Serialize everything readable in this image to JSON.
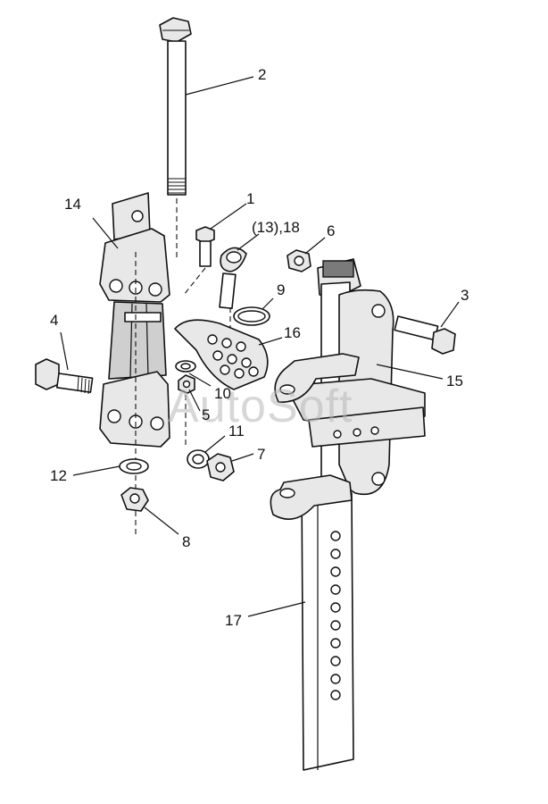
{
  "watermark": "AutoSoft",
  "callouts": [
    {
      "id": "c1",
      "text": "1"
    },
    {
      "id": "c2",
      "text": "2"
    },
    {
      "id": "c3",
      "text": "3"
    },
    {
      "id": "c4",
      "text": "4"
    },
    {
      "id": "c5",
      "text": "5"
    },
    {
      "id": "c6",
      "text": "6"
    },
    {
      "id": "c7",
      "text": "7"
    },
    {
      "id": "c8",
      "text": "8"
    },
    {
      "id": "c9",
      "text": "9"
    },
    {
      "id": "c10",
      "text": "10"
    },
    {
      "id": "c11",
      "text": "11"
    },
    {
      "id": "c12",
      "text": "12"
    },
    {
      "id": "c13",
      "text": "(13),18"
    },
    {
      "id": "c14",
      "text": "14"
    },
    {
      "id": "c15",
      "text": "15"
    },
    {
      "id": "c16",
      "text": "16"
    },
    {
      "id": "c17",
      "text": "17"
    }
  ]
}
